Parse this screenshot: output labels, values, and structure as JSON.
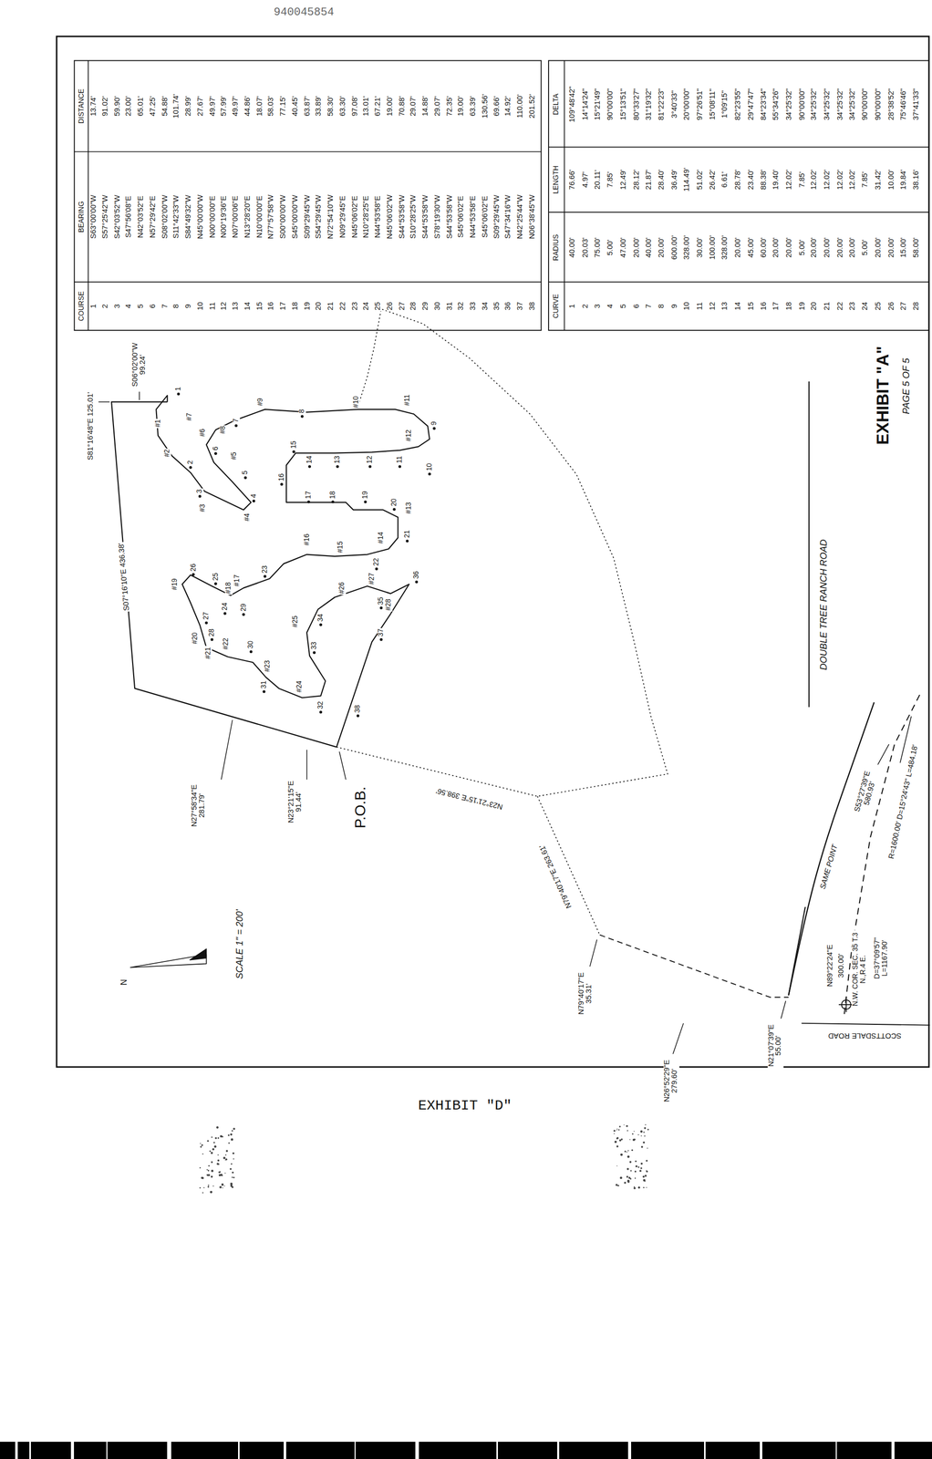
{
  "diagram": {
    "labels": [
      "940045854",
      "EXHIBIT \"D\"",
      "S81°16'48\"E 125.01'",
      "S06°02'00\"W 99.24'",
      "S07°16'10\"E 436.38'",
      "N27°58'34\"E 281.79'",
      "N23°21'15\"E 91.44'",
      "P.O.B.",
      "N23°21'15\"E 398.56'",
      "N79°40'17\"E 263.61'",
      "N79°40'17\"E 35.31'",
      "N26°52'29\"E 279.60'",
      "N21°07'39\"E 55.00'",
      "SAME POINT",
      "DOUBLE TREE RANCH ROAD",
      "S53°27'39\"E 580.93'",
      "N89°22'24\"E",
      "300.00'",
      "D=37°09'57\" L=1167.90'",
      "N.W. COR. SEC. 35 T.3 N.,R.4 E.",
      "R=1600.00' D=15°24'43\" L=484.18'",
      "SCOTTSDALE ROAD",
      "EXHIBIT \"A\"",
      "PAGE 5 OF 5",
      "SCALE 1\" = 200'",
      "N",
      "1",
      "2",
      "3",
      "4",
      "5",
      "6",
      "7",
      "8",
      "9",
      "10",
      "11",
      "12",
      "13",
      "14",
      "15",
      "16",
      "17",
      "18",
      "19",
      "20",
      "21",
      "22",
      "23",
      "24",
      "25",
      "26",
      "27",
      "28",
      "29",
      "30",
      "31",
      "32",
      "33",
      "34",
      "35",
      "36",
      "37",
      "38",
      "#1",
      "#2",
      "#3",
      "#4",
      "#5",
      "#6",
      "#7",
      "#8",
      "#9",
      "#10",
      "#11",
      "#12",
      "#13",
      "#14",
      "#15",
      "#16",
      "#17",
      "#18",
      "#19",
      "#20",
      "#21",
      "#22",
      "#23",
      "#24",
      "#25",
      "#26",
      "#27",
      "#28",
      "COURSE",
      "BEARING",
      "DISTANCE",
      "1",
      "S63°00'00\"W",
      "13.74'",
      "2",
      "S57°25'42\"W",
      "91.02'",
      "3",
      "S42°03'52\"W",
      "59.90'",
      "4",
      "S47°56'08\"E",
      "23.00'",
      "5",
      "N42°03'52\"E",
      "65.01'",
      "6",
      "N57°29'42\"E",
      "47.25'",
      "7",
      "S08°02'00\"W",
      "54.88'",
      "8",
      "S11°42'33\"W",
      "101.74'",
      "9",
      "S84°49'32\"W",
      "28.99'",
      "10",
      "N45°00'00\"W",
      "27.67'",
      "11",
      "N00°00'00\"E",
      "49.97'",
      "12",
      "N00°19'36\"E",
      "57.99'",
      "13",
      "N07°00'06\"E",
      "49.97'",
      "14",
      "N13°28'20\"E",
      "44.86'",
      "15",
      "N10°00'00\"E",
      "18.07'",
      "16",
      "N77°57'58\"W",
      "58.03'",
      "17",
      "S00°00'00\"W",
      "77.15'",
      "18",
      "S45°00'00\"W",
      "40.45'",
      "19",
      "S09°29'45\"W",
      "63.87'",
      "20",
      "S54°29'45\"W",
      "33.89'",
      "21",
      "N72°54'10\"W",
      "58.30'",
      "22",
      "N09°29'45\"E",
      "63.30'",
      "23",
      "N45°06'02\"E",
      "97.08'",
      "24",
      "N10°28'25\"E",
      "13.01'",
      "25",
      "N44°53'58\"E",
      "67.21'",
      "26",
      "N45°06'02\"W",
      "19.00'",
      "27",
      "S44°53'58\"W",
      "70.88'",
      "28",
      "S10°28'25\"W",
      "29.07'",
      "29",
      "S44°53'58\"W",
      "14.88'",
      "30",
      "S78°19'30\"W",
      "29.07'",
      "31",
      "S44°53'58\"W",
      "72.35'",
      "32",
      "S45°06'02\"E",
      "19.00'",
      "33",
      "N44°53'58\"E",
      "63.39'",
      "34",
      "S45°06'02\"E",
      "130.56'",
      "35",
      "S09°29'45\"W",
      "69.66'",
      "36",
      "S47°34'16\"W",
      "14.92'",
      "37",
      "N42°25'44\"W",
      "110.00'",
      "38",
      "N06°38'45\"W",
      "201.52'",
      "CURVE",
      "RADIUS",
      "LENGTH",
      "DELTA",
      "1",
      "40.00'",
      "76.66'",
      "109°48'42\"",
      "2",
      "20.03'",
      "4.97'",
      "14°14'24\"",
      "3",
      "75.00'",
      "20.11'",
      "15°21'49\"",
      "4",
      "5.00'",
      "7.85'",
      "90°00'00\"",
      "5",
      "47.00'",
      "12.49'",
      "15°13'51\"",
      "6",
      "20.00'",
      "28.12'",
      "80°33'27\"",
      "7",
      "40.00'",
      "21.87'",
      "31°19'32\"",
      "8",
      "20.00'",
      "28.40'",
      "81°22'23\"",
      "9",
      "600.00'",
      "36.49'",
      "3°40'33\"",
      "10",
      "328.00'",
      "114.49'",
      "20°00'00\"",
      "11",
      "30.00'",
      "51.02'",
      "97°26'51\"",
      "12",
      "100.00'",
      "26.42'",
      "15°08'11\"",
      "13",
      "328.00'",
      "6.61'",
      "1°09'15\"",
      "14",
      "20.00'",
      "28.78'",
      "82°23'55\"",
      "15",
      "45.00'",
      "23.40'",
      "29°47'47\"",
      "16",
      "60.00'",
      "88.38'",
      "84°23'34\"",
      "17",
      "20.00'",
      "19.40'",
      "55°34'26\"",
      "18",
      "20.00'",
      "12.02'",
      "34°25'32\"",
      "19",
      "5.00'",
      "7.85'",
      "90°00'00\"",
      "20",
      "20.00'",
      "12.02'",
      "34°25'32\"",
      "21",
      "20.00'",
      "12.02'",
      "34°25'32\"",
      "22",
      "20.00'",
      "12.02'",
      "34°25'32\"",
      "23",
      "20.00'",
      "12.02'",
      "34°25'32\"",
      "24",
      "5.00'",
      "7.85'",
      "90°00'00\"",
      "25",
      "20.00'",
      "31.42'",
      "90°00'00\"",
      "26",
      "20.00'",
      "10.00'",
      "28°38'52\"",
      "27",
      "15.00'",
      "19.84'",
      "75°46'46\"",
      "28",
      "58.00'",
      "38.16'",
      "37°41'33\""
    ]
  }
}
